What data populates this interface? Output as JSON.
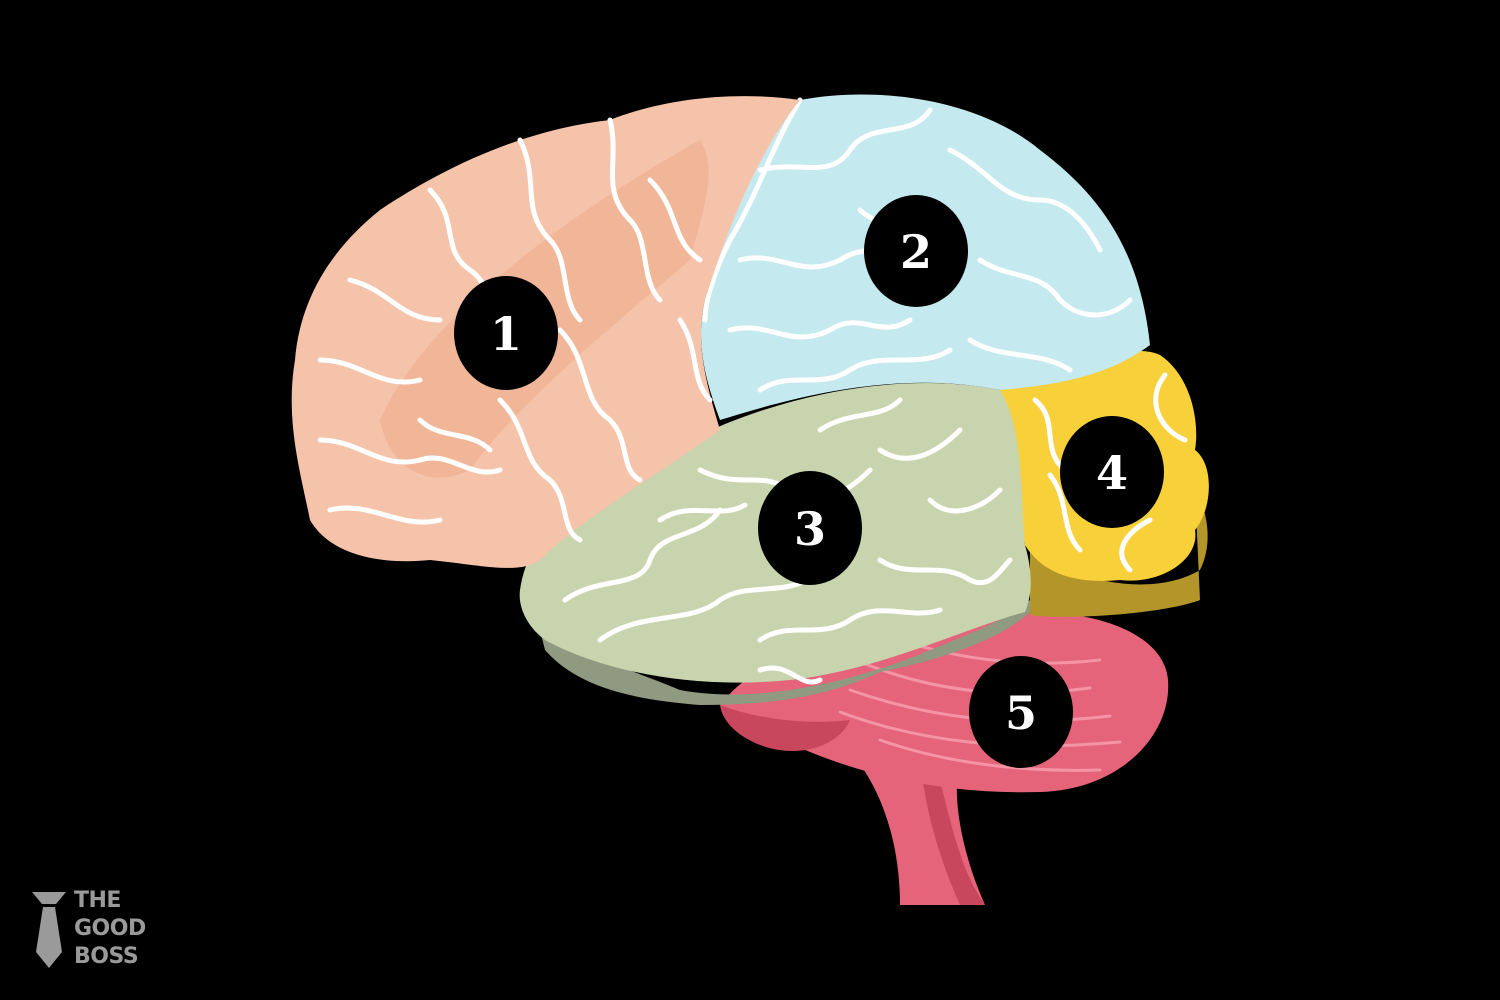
{
  "regions": [
    {
      "id": "frontal",
      "label": "1",
      "color": "#f5c3a9",
      "shade": "#f0b092"
    },
    {
      "id": "parietal",
      "label": "2",
      "color": "#c4e9ee",
      "shade": "#a9dde6"
    },
    {
      "id": "temporal",
      "label": "3",
      "color": "#c8d4ad",
      "shade": "#8f9a80"
    },
    {
      "id": "occipital",
      "label": "4",
      "color": "#f7d03a",
      "shade": "#b3952a"
    },
    {
      "id": "cerebellum",
      "label": "5",
      "color": "#e5647a",
      "shade": "#c8475c"
    }
  ],
  "marker_color": "#000000",
  "logo": {
    "line1": "THE",
    "line2": "GOOD",
    "line3": "BOSS",
    "color": "#9a9a9a",
    "icon": "tie-icon"
  }
}
